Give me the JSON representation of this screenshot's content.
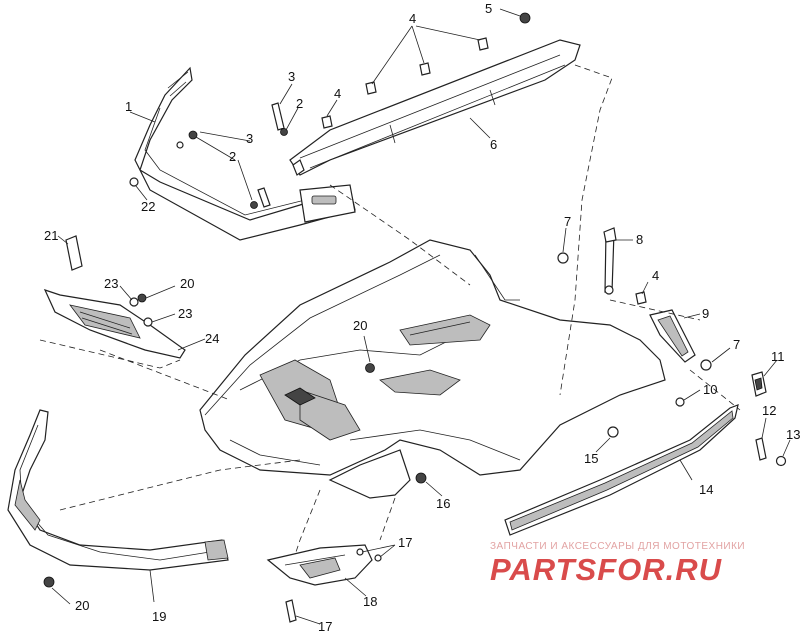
{
  "diagram": {
    "callouts": [
      "1",
      "2",
      "3",
      "4",
      "5",
      "6",
      "7",
      "8",
      "9",
      "10",
      "11",
      "12",
      "13",
      "14",
      "15",
      "16",
      "17",
      "18",
      "19",
      "20",
      "21",
      "22",
      "23",
      "24"
    ]
  },
  "watermark": {
    "subtitle": "ЗАПЧАСТИ И АКСЕССУАРЫ ДЛЯ МОТОТЕХНИКИ",
    "brand": "PARTSFOR.RU",
    "brand_color": "#d94b4b"
  }
}
